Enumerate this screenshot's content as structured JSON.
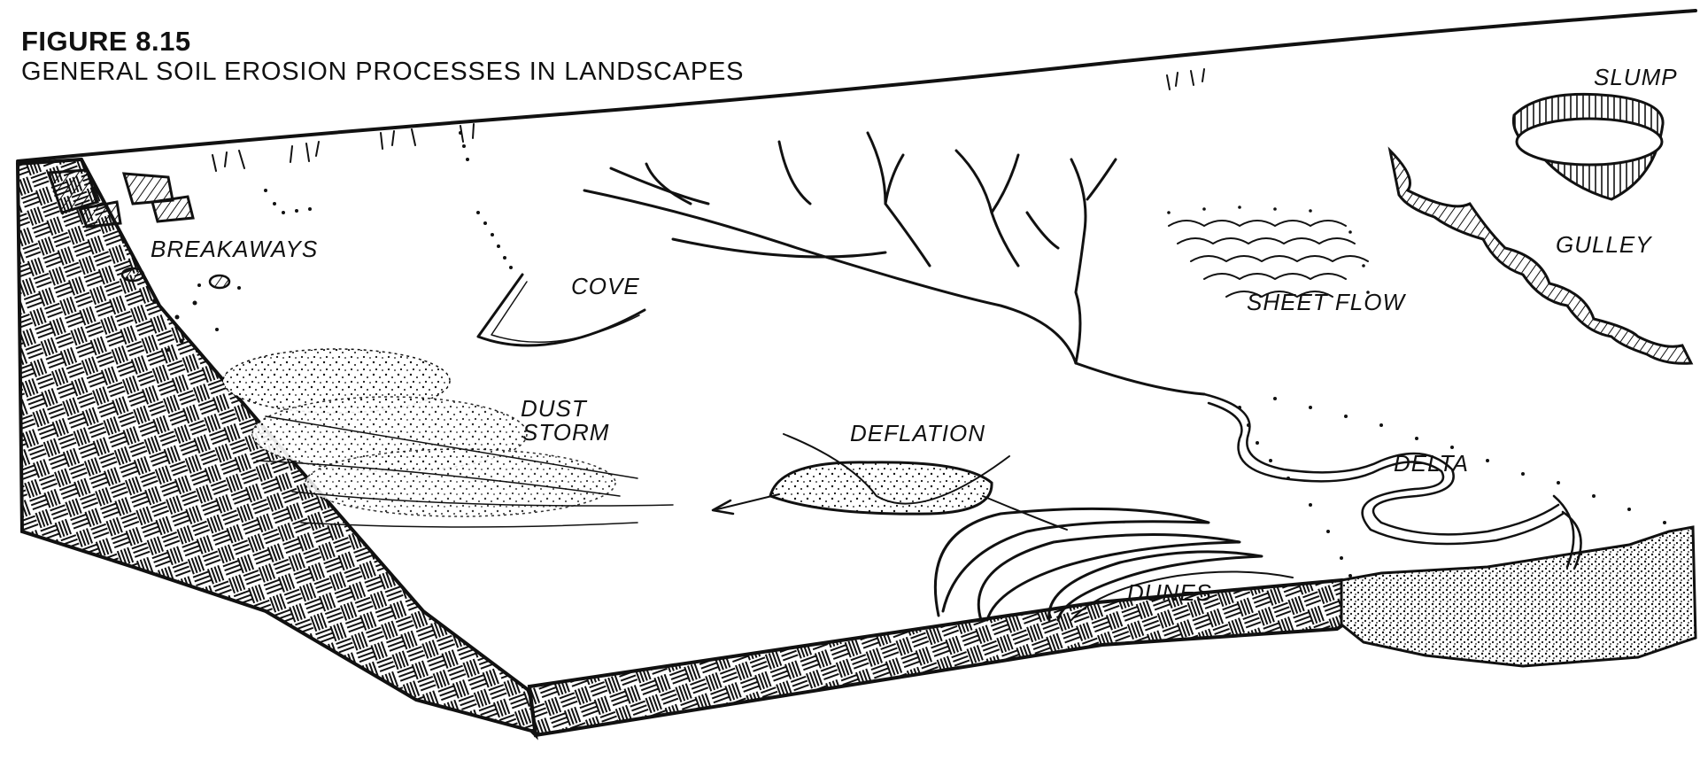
{
  "figure": {
    "number": "FIGURE 8.15",
    "title": "GENERAL SOIL EROSION PROCESSES IN LANDSCAPES"
  },
  "labels": {
    "breakaways": "BREAKAWAYS",
    "cove": "COVE",
    "dust_storm_line1": "DUST",
    "dust_storm_line2": "STORM",
    "deflation": "DEFLATION",
    "sheet_flow": "SHEET FLOW",
    "slump": "SLUMP",
    "gulley": "GULLEY",
    "delta": "DELTA",
    "dunes": "DUNES"
  },
  "colors": {
    "ink": "#111111",
    "paper": "#ffffff"
  }
}
